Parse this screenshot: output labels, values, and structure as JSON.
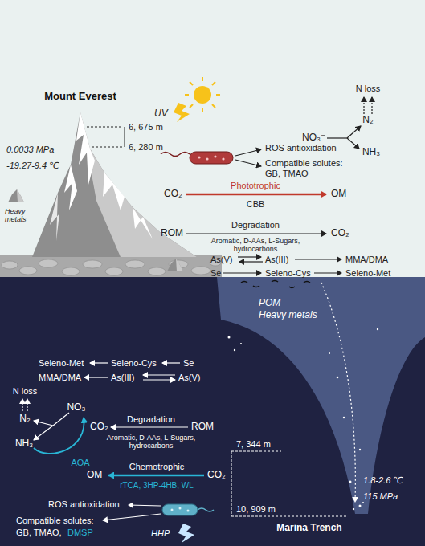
{
  "diagram": {
    "labels": [
      "Mount Everest",
      "0.0033 MPa",
      "-19.27-9.4 ℃",
      "Heavy metals",
      "6, 675 m",
      "6, 280 m",
      "UV",
      "ROS antioxidation",
      "Compatible solutes: GB, TMAO",
      "N loss",
      "N₂",
      "NO₃⁻",
      "NH₃",
      "CO₂",
      "Phototrophic",
      "OM",
      "CBB",
      "ROM",
      "Degradation",
      "Aromatic, D-AAs, L-Sugars, hydrocarbons",
      "CO₂",
      "As(V)",
      "As(III)",
      "MMA/DMA",
      "Se",
      "Seleno-Cys",
      "Seleno-Met",
      "POM",
      "Heavy metals",
      "Seleno-Met",
      "Seleno-Cys",
      "Se",
      "MMA/DMA",
      "As(III)",
      "As(V)",
      "N loss",
      "N₂",
      "NO₃⁻",
      "NH₃",
      "AOA",
      "CO₂",
      "Degradation",
      "ROM",
      "Aromatic, D-AAs, L-Sugars, hydrocarbons",
      "OM",
      "Chemotrophic",
      "CO₂",
      "rTCA, 3HP-4HB, WL",
      "7, 344 m",
      "10, 909 m",
      "ROS antioxidation",
      "Compatible solutes:",
      "GB, TMAO,",
      "DMSP",
      "HHP",
      "Marina Trench",
      "1.8-2.6 ℃",
      "115 MPa"
    ]
  }
}
